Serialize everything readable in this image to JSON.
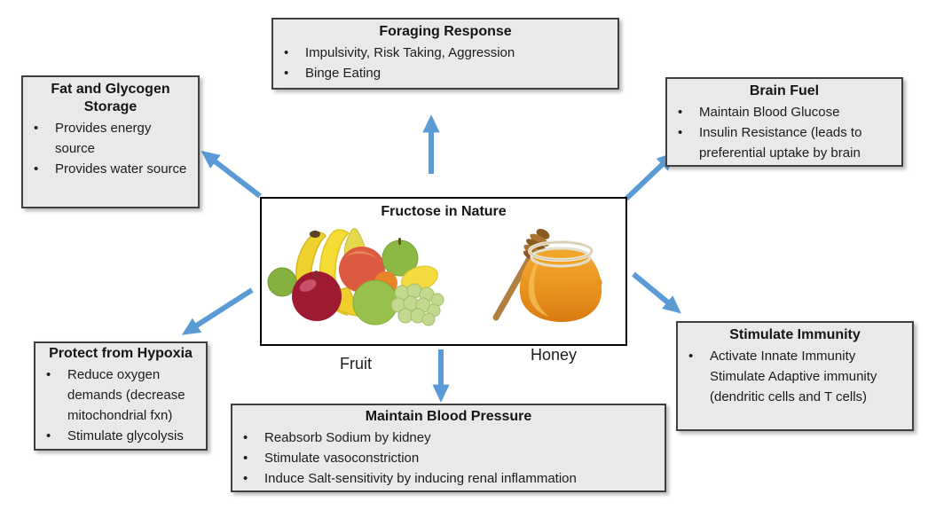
{
  "center": {
    "title": "Fructose in Nature",
    "fruit_label": "Fruit",
    "honey_label": "Honey"
  },
  "boxes": {
    "foraging": {
      "title": "Foraging Response",
      "bullets": [
        "Impulsivity, Risk Taking, Aggression",
        "Binge Eating"
      ]
    },
    "fat_glycogen": {
      "title": "Fat and Glycogen Storage",
      "bullets": [
        "Provides energy source",
        "Provides water source"
      ]
    },
    "brain_fuel": {
      "title": "Brain Fuel",
      "bullets": [
        "Maintain Blood Glucose",
        "Insulin Resistance (leads to preferential uptake by brain"
      ]
    },
    "hypoxia": {
      "title": "Protect from Hypoxia",
      "bullets": [
        "Reduce oxygen demands (decrease mitochondrial fxn)",
        "Stimulate glycolysis"
      ]
    },
    "immunity": {
      "title": "Stimulate Immunity",
      "bullets": [
        "Activate Innate Immunity Stimulate Adaptive immunity (dendritic cells and T cells)"
      ]
    },
    "blood_pressure": {
      "title": "Maintain Blood Pressure",
      "bullets": [
        "Reabsorb Sodium by kidney",
        "Stimulate vasoconstriction",
        "Induce Salt-sensitivity by inducing renal inflammation"
      ]
    }
  },
  "colors": {
    "arrow_blue": "#5B9BD5",
    "box_fill": "#EAE9E9",
    "box_border": "#3F3F3F",
    "center_border": "#000000",
    "honey_amber": "#E8921C",
    "apple_red": "#9E1A32",
    "grape_green": "#C3D98F"
  }
}
